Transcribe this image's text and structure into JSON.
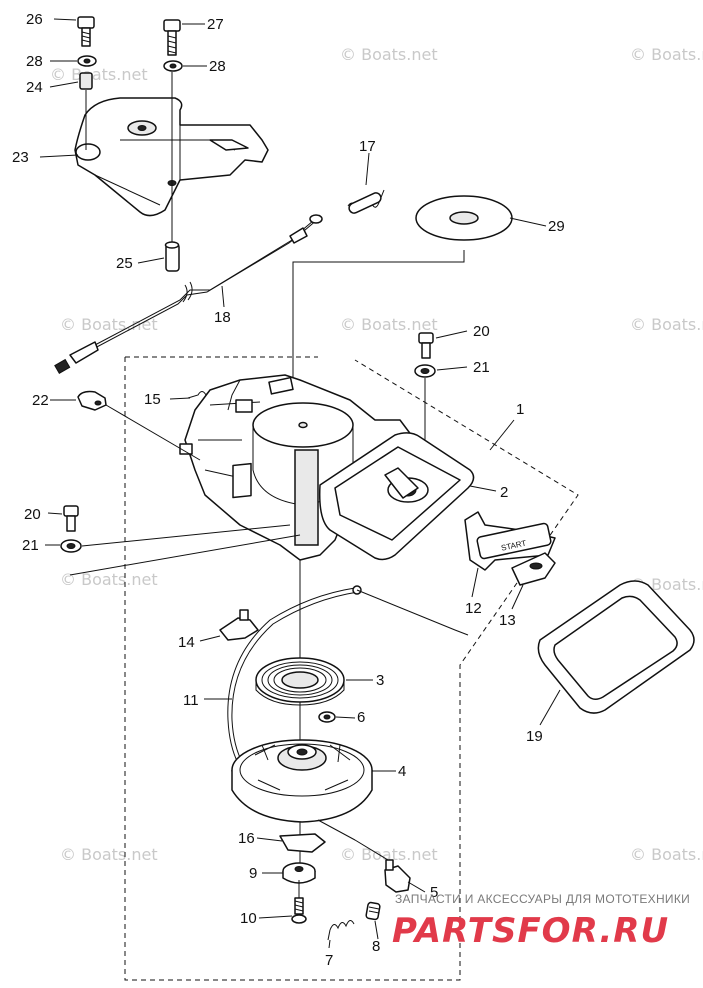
{
  "diagram": {
    "part_labels": {
      "p1": "1",
      "p2": "2",
      "p3": "3",
      "p4": "4",
      "p5": "5",
      "p6": "6",
      "p7": "7",
      "p8": "8",
      "p9": "9",
      "p10": "10",
      "p11": "11",
      "p12": "12",
      "p13": "13",
      "p14": "14",
      "p15": "15",
      "p16": "16",
      "p17": "17",
      "p18": "18",
      "p19": "19",
      "p20a": "20",
      "p20b": "20",
      "p21a": "21",
      "p21b": "21",
      "p22": "22",
      "p23": "23",
      "p24": "24",
      "p25": "25",
      "p26": "26",
      "p27": "27",
      "p28a": "28",
      "p28b": "28",
      "p29": "29"
    },
    "handle_text": "START"
  },
  "watermark": {
    "text": "© Boats.net"
  },
  "footer": {
    "tagline": "ЗАПЧАСТИ И АКСЕССУАРЫ ДЛЯ МОТОТЕХНИКИ",
    "logo": "PARTSFOR.RU"
  }
}
